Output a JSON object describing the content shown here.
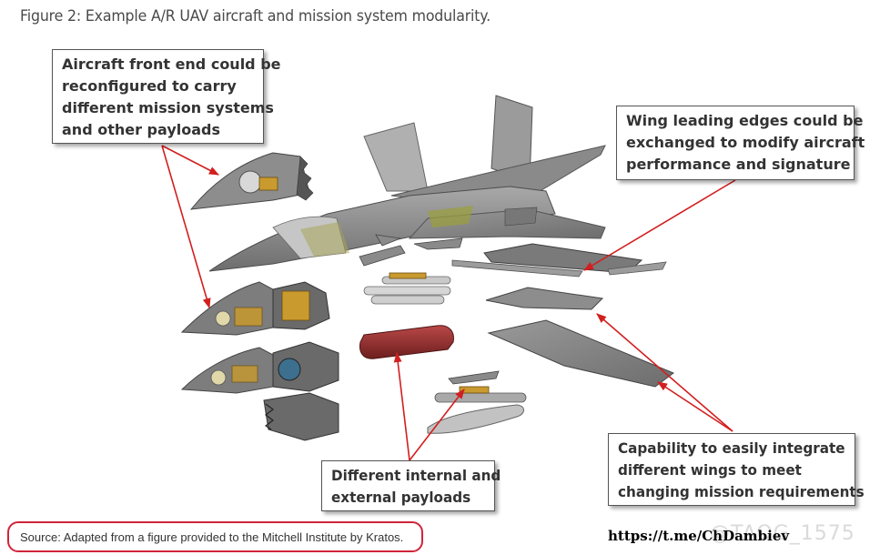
{
  "figure": {
    "title": "Figure 2: Example A/R UAV aircraft and mission system modularity."
  },
  "callouts": {
    "front_end": {
      "lines": [
        "Aircraft front end could be",
        "reconfigured to carry",
        "different mission systems",
        "and other payloads"
      ]
    },
    "wing_edges": {
      "lines": [
        "Wing leading edges could be",
        "exchanged to modify aircraft",
        "performance and signature"
      ]
    },
    "payloads": {
      "lines": [
        "Different internal and",
        "external payloads"
      ]
    },
    "wings": {
      "lines": [
        "Capability to easily integrate",
        "different wings to meet",
        "changing mission requirements"
      ]
    }
  },
  "source": "Source: Adapted from a figure provided to the Mitchell Institute by Kratos.",
  "telegram_link": "https://t.me/ChDambiev",
  "watermark": "@TAOG_1575",
  "colors": {
    "arrow": "#d21f1f",
    "airframe": "#8c8c8c",
    "airframe_dark": "#5a5a5a",
    "canopy": "#b9b9b9",
    "fuel_tank": "#9b2f2f",
    "payload_gold": "#c99a2e",
    "source_border": "#d0243a"
  }
}
